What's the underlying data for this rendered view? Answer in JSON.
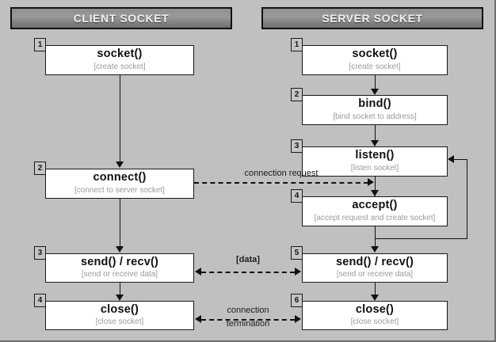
{
  "diagram": {
    "title": "Client-Server Socket Flow",
    "background_color": "#c0c0c0",
    "columns": [
      {
        "id": "client",
        "header": "CLIENT SOCKET"
      },
      {
        "id": "server",
        "header": "SERVER SOCKET"
      }
    ]
  },
  "client_steps": [
    {
      "num": "1",
      "title": "socket()",
      "sub": "[create socket]"
    },
    {
      "num": "2",
      "title": "connect()",
      "sub": "[connect to server socket]"
    },
    {
      "num": "3",
      "title": "send() / recv()",
      "sub": "[send or receive data]"
    },
    {
      "num": "4",
      "title": "close()",
      "sub": "[close socket]"
    }
  ],
  "server_steps": [
    {
      "num": "1",
      "title": "socket()",
      "sub": "[create socket]"
    },
    {
      "num": "2",
      "title": "bind()",
      "sub": "[bind socket to address]"
    },
    {
      "num": "3",
      "title": "listen()",
      "sub": "[listen socket]"
    },
    {
      "num": "4",
      "title": "accept()",
      "sub": "[accept request and create socket]"
    },
    {
      "num": "5",
      "title": "send() / recv()",
      "sub": "[send or receive data]"
    },
    {
      "num": "6",
      "title": "close()",
      "sub": "[close socket]"
    }
  ],
  "edges": {
    "connection_request": "connection request",
    "data": "[data]",
    "connection_termination_line1": "connection",
    "connection_termination_line2": "termination"
  }
}
